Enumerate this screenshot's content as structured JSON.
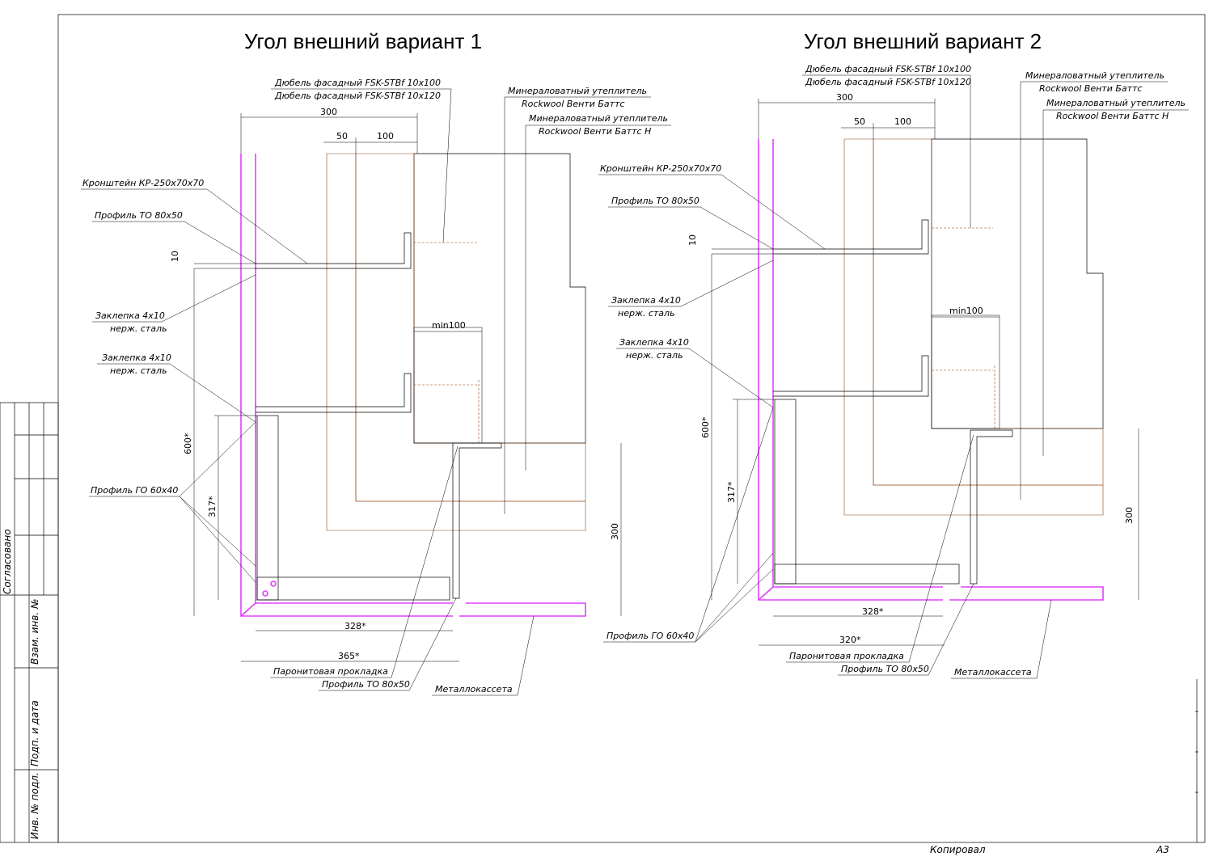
{
  "frame": {
    "side_labels": [
      "Согласовано",
      "Взам. инв. №",
      "Подп. и дата",
      "Инв. № подл."
    ],
    "copied": "Копировал",
    "format": "А3"
  },
  "variant1": {
    "title": "Угол внешний вариант 1",
    "dowel_a": "Дюбель фасадный FSK-STBf 10x100",
    "dowel_b": "Дюбель фасадный FSK-STBf 10x120",
    "wool_a_1": "Минераловатный утеплитель",
    "wool_a_2": "Rockwool Венти Баттс",
    "wool_b_1": "Минераловатный утеплитель",
    "wool_b_2": "Rockwool Венти Баттс Н",
    "bracket": "Кронштейн КР-250x70x70",
    "profile_to": "Профиль ТО 80x50",
    "rivet1_1": "Заклепка 4x10",
    "rivet1_2": "нерж. сталь",
    "rivet2_1": "Заклепка 4x10",
    "rivet2_2": "нерж. сталь",
    "profile_go": "Профиль ГО 60x40",
    "gasket": "Паронитовая прокладка",
    "profile_to_b": "Профиль ТО 80x50",
    "cassette": "Металлокассета",
    "d300": "300",
    "d50": "50",
    "d100": "100",
    "d10": "10",
    "d600": "600*",
    "d317": "317*",
    "dmin100": "min100",
    "d300v": "300",
    "d328": "328*",
    "d365": "365*"
  },
  "variant2": {
    "title": "Угол внешний вариант 2",
    "dowel_a": "Дюбель фасадный FSK-STBf 10x100",
    "dowel_b": "Дюбель фасадный FSK-STBf 10x120",
    "wool_a_1": "Минераловатный утеплитель",
    "wool_a_2": "Rockwool Венти Баттс",
    "wool_b_1": "Минераловатный утеплитель",
    "wool_b_2": "Rockwool Венти Баттс Н",
    "bracket": "Кронштейн КР-250x70x70",
    "profile_to": "Профиль ТО 80x50",
    "rivet1_1": "Заклепка 4x10",
    "rivet1_2": "нерж. сталь",
    "rivet2_1": "Заклепка 4x10",
    "rivet2_2": "нерж. сталь",
    "profile_go": "Профиль ГО 60x40",
    "gasket": "Паронитовая прокладка",
    "profile_to_b": "Профиль ТО 80x50",
    "cassette": "Металлокассета",
    "d300": "300",
    "d50": "50",
    "d100": "100",
    "d10": "10",
    "d600": "600*",
    "d317": "317*",
    "dmin100": "min100",
    "d300v": "300",
    "d328": "328*",
    "d320": "320*"
  },
  "colors": {
    "cladding": "#e040fb",
    "insulation": "#8b4513",
    "line": "#000000"
  }
}
